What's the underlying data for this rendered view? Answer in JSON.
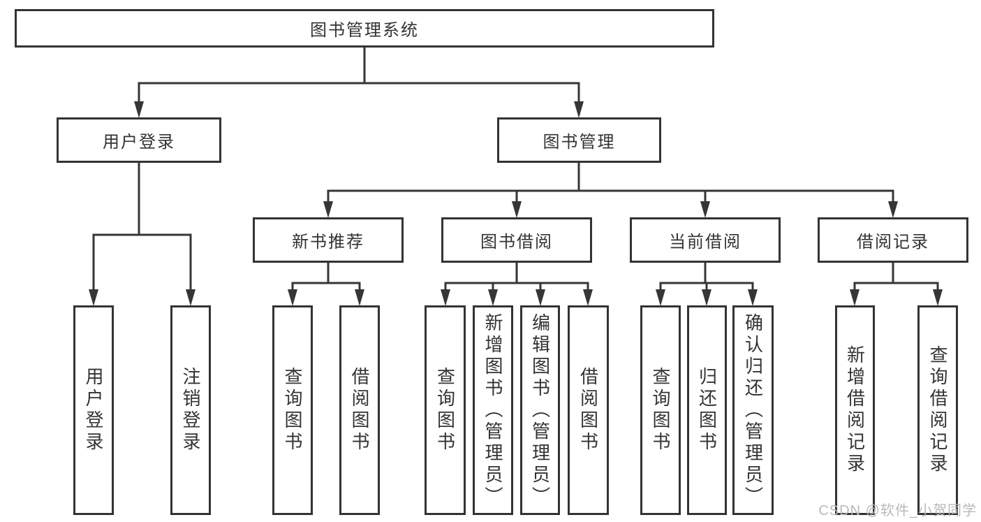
{
  "colors": {
    "line": "#363636",
    "text": "#333333",
    "background": "#ffffff",
    "watermark": "#b9b9b9"
  },
  "root": {
    "label": "图书管理系统"
  },
  "login_branch": {
    "label": "用户登录",
    "children": [
      "用户登录",
      "注销登录"
    ]
  },
  "management_branch": {
    "label": "图书管理"
  },
  "modules": [
    {
      "label": "新书推荐",
      "children": [
        "查询图书",
        "借阅图书"
      ]
    },
    {
      "label": "图书借阅",
      "children": [
        "查询图书",
        "新增图书（管理员）",
        "编辑图书（管理员）",
        "借阅图书"
      ]
    },
    {
      "label": "当前借阅",
      "children": [
        "查询图书",
        "归还图书",
        "确认归还（管理员）"
      ]
    },
    {
      "label": "借阅记录",
      "children": [
        "新增借阅记录",
        "查询借阅记录"
      ]
    }
  ],
  "watermark": "CSDN @软件_小贺同学"
}
